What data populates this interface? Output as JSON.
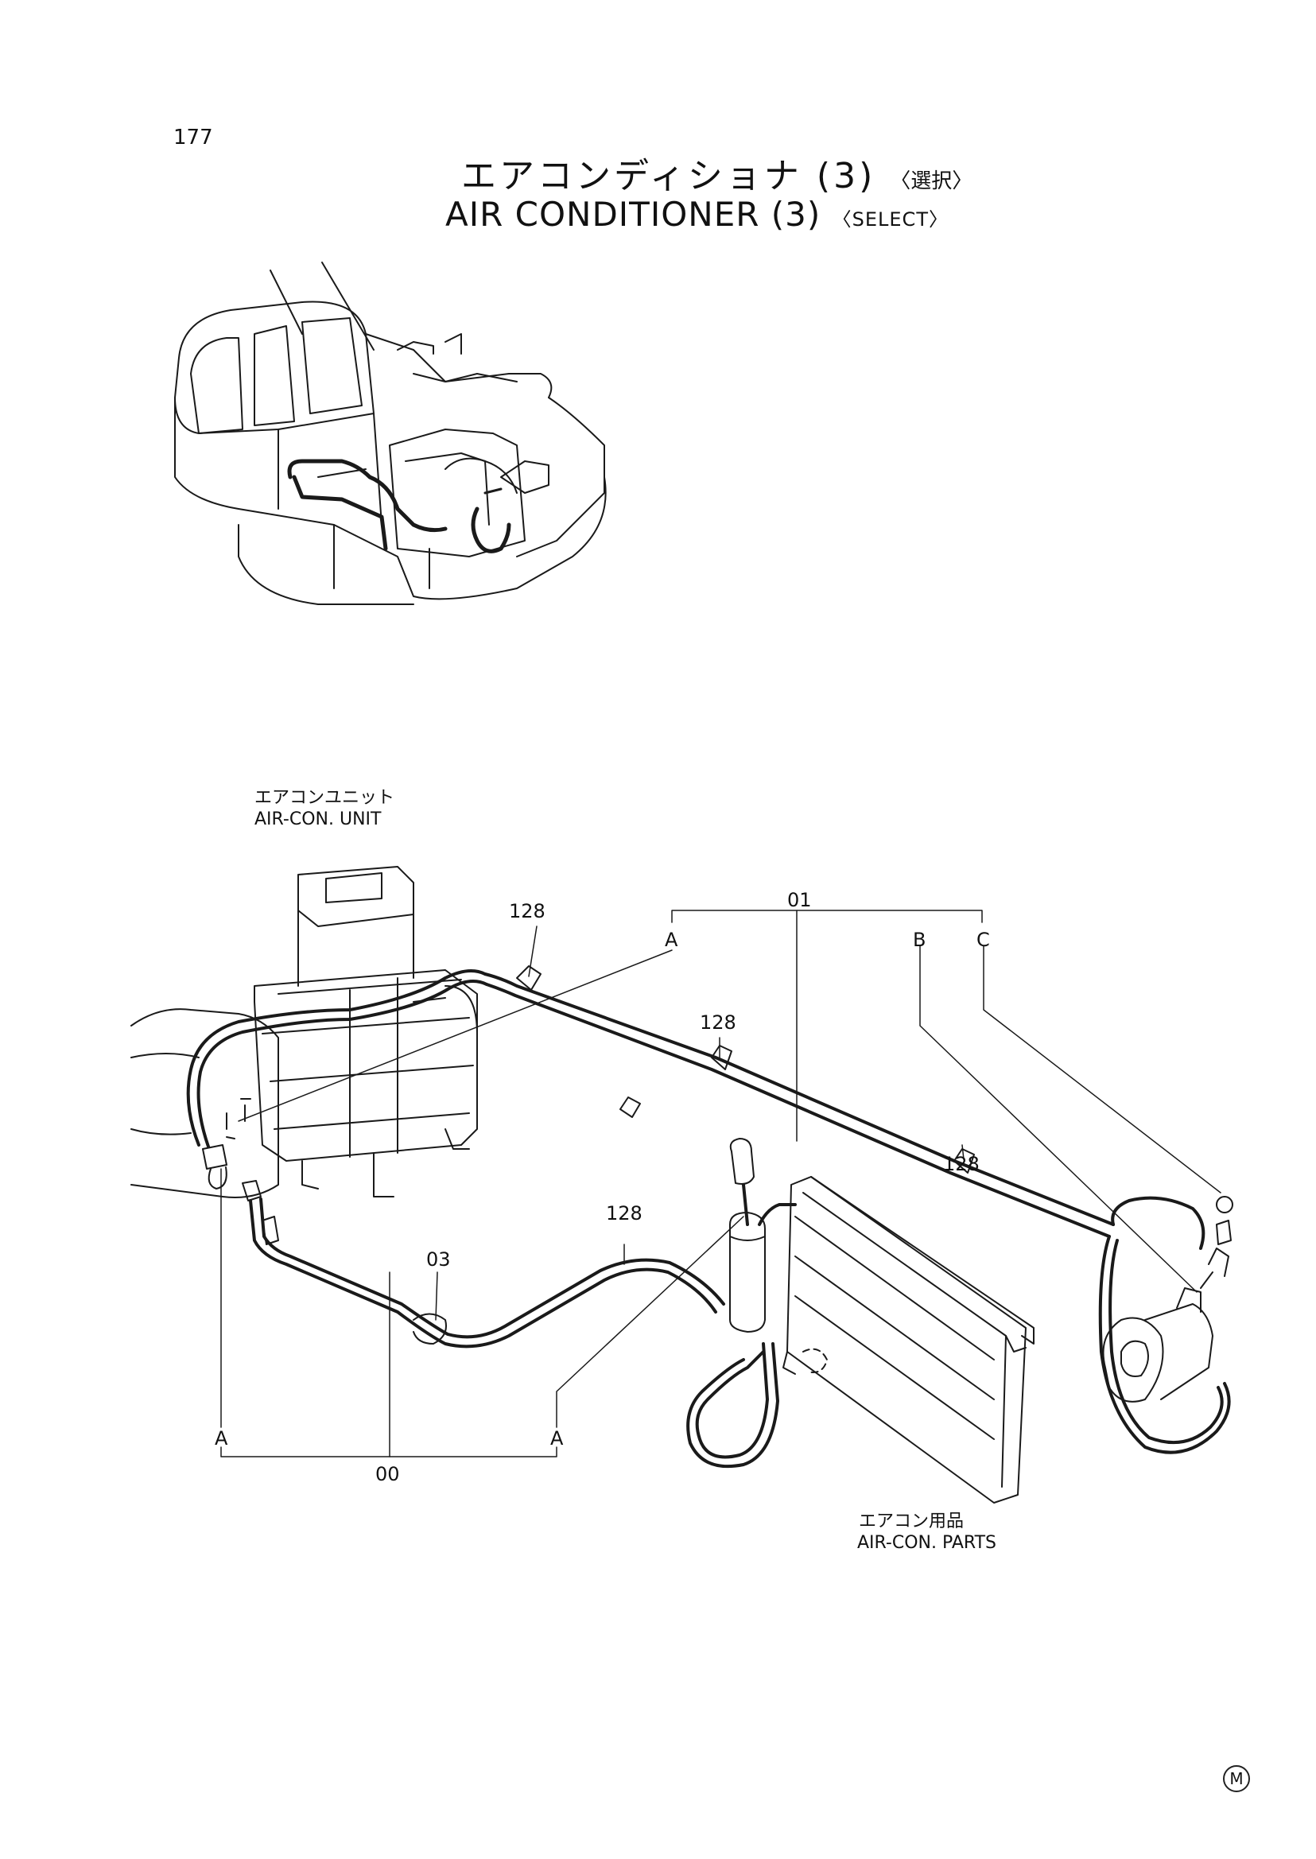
{
  "page": {
    "number": "177",
    "title_jp": "エアコンディショナ (3)",
    "title_jp_select": "〈選択〉",
    "title_en": "AIR  CONDITIONER  (3)",
    "title_en_select": "〈SELECT〉",
    "footer_mark": "M"
  },
  "callouts": {
    "aircon_unit_jp": "エアコンユニット",
    "aircon_unit_en": "AIR-CON. UNIT",
    "aircon_parts_jp": "エアコン用品",
    "aircon_parts_en": "AIR-CON. PARTS",
    "part_01": "01",
    "part_00": "00",
    "part_03": "03",
    "clamp": "128",
    "ref_a": "A",
    "ref_b": "B",
    "ref_c": "C"
  }
}
